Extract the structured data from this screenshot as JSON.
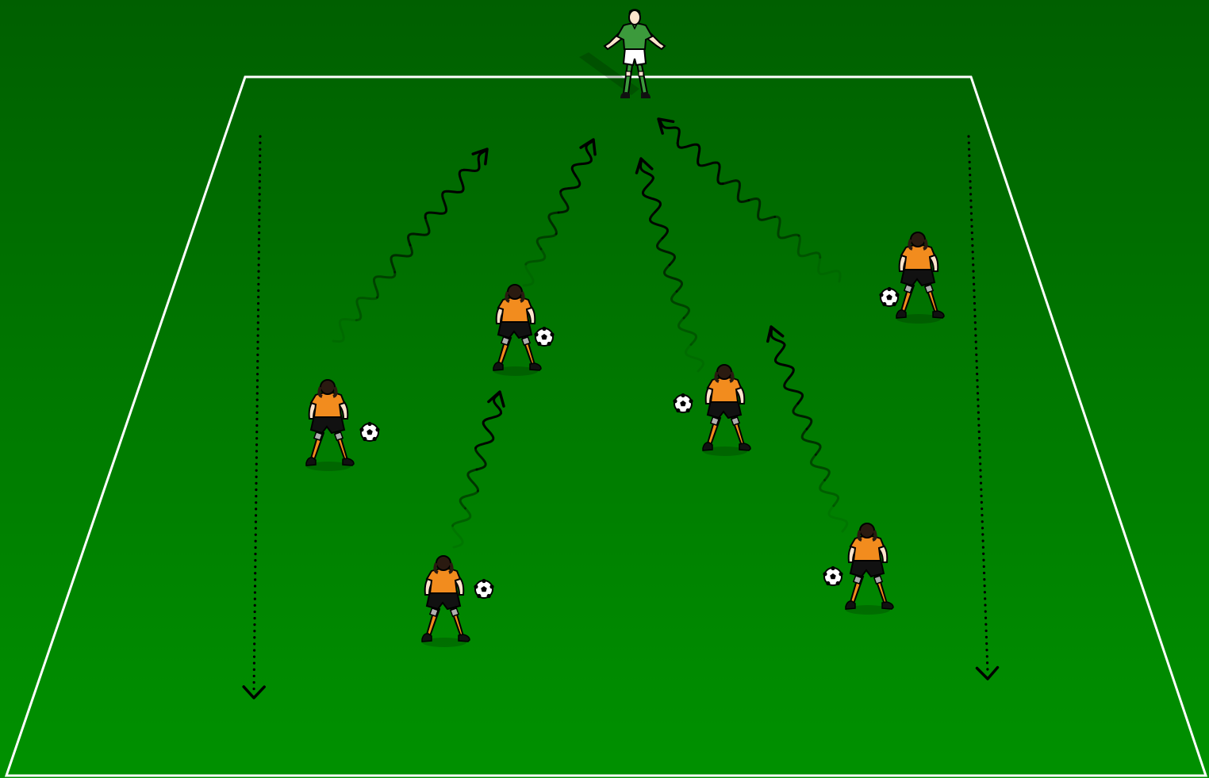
{
  "diagram": {
    "kind": "soccer-drill",
    "pitch": {
      "grass_top_color": "#005f00",
      "grass_bottom_color": "#009100",
      "line_color": "#ffffff",
      "perspective": "trapezoid"
    },
    "goalkeeper": {
      "role": "goalkeeper",
      "jersey_color": "#3c9a3c",
      "shorts_color": "#ffffff"
    },
    "players": [
      {
        "id": "player-1",
        "role": "attacker",
        "jersey_color": "#f28c1e",
        "has_ball": true,
        "ball_side": "right"
      },
      {
        "id": "player-2",
        "role": "attacker",
        "jersey_color": "#f28c1e",
        "has_ball": true,
        "ball_side": "right"
      },
      {
        "id": "player-3",
        "role": "attacker",
        "jersey_color": "#f28c1e",
        "has_ball": true,
        "ball_side": "right"
      },
      {
        "id": "player-4",
        "role": "attacker",
        "jersey_color": "#f28c1e",
        "has_ball": true,
        "ball_side": "left"
      },
      {
        "id": "player-5",
        "role": "attacker",
        "jersey_color": "#f28c1e",
        "has_ball": true,
        "ball_side": "left"
      },
      {
        "id": "player-6",
        "role": "attacker",
        "jersey_color": "#f28c1e",
        "has_ball": true,
        "ball_side": "left"
      }
    ],
    "movements": [
      {
        "id": "dribble-1",
        "type": "dribble",
        "style": "wavy-arrow",
        "from": "player-1",
        "toward": "goal"
      },
      {
        "id": "dribble-2",
        "type": "dribble",
        "style": "wavy-arrow",
        "from": "player-2",
        "toward": "goal"
      },
      {
        "id": "dribble-3",
        "type": "dribble",
        "style": "wavy-arrow",
        "from": "player-3",
        "toward": "goal"
      },
      {
        "id": "dribble-4",
        "type": "dribble",
        "style": "wavy-arrow",
        "from": "player-4",
        "toward": "goal"
      },
      {
        "id": "dribble-5",
        "type": "dribble",
        "style": "wavy-arrow",
        "from": "player-5",
        "toward": "goal"
      },
      {
        "id": "dribble-6",
        "type": "dribble",
        "style": "wavy-arrow",
        "from": "player-6",
        "toward": "goal"
      },
      {
        "id": "run-left",
        "type": "run",
        "style": "dotted-arrow",
        "direction": "down"
      },
      {
        "id": "run-right",
        "type": "run",
        "style": "dotted-arrow",
        "direction": "down"
      }
    ],
    "colors": {
      "arrow": "#000000",
      "skin": "#fde4cc",
      "hair": "#2a1a10",
      "shorts": "#111111",
      "ball": "#ffffff"
    }
  }
}
